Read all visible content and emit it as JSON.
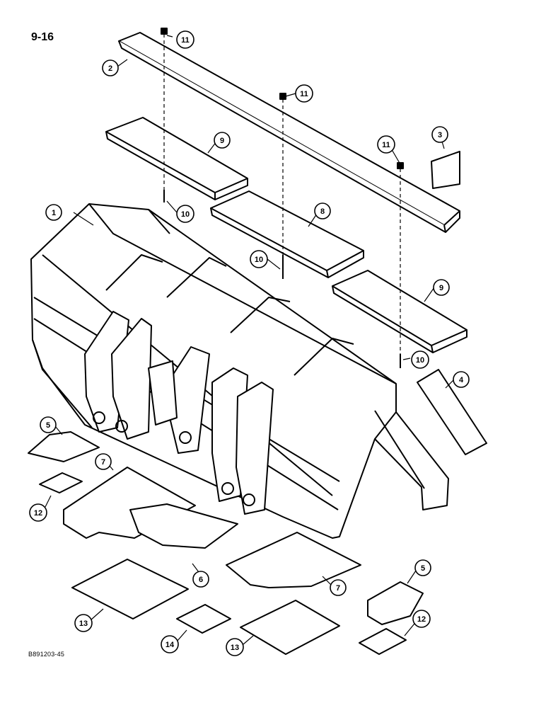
{
  "page_number": "9-16",
  "reference_code": "B891203-45",
  "callouts": {
    "c1": "1",
    "c2": "2",
    "c3": "3",
    "c4": "4",
    "c5a": "5",
    "c5b": "5",
    "c6": "6",
    "c7a": "7",
    "c7b": "7",
    "c8": "8",
    "c9a": "9",
    "c9b": "9",
    "c10a": "10",
    "c10b": "10",
    "c10c": "10",
    "c11a": "11",
    "c11b": "11",
    "c11c": "11",
    "c12a": "12",
    "c12b": "12",
    "c13a": "13",
    "c13b": "13",
    "c14": "14"
  }
}
